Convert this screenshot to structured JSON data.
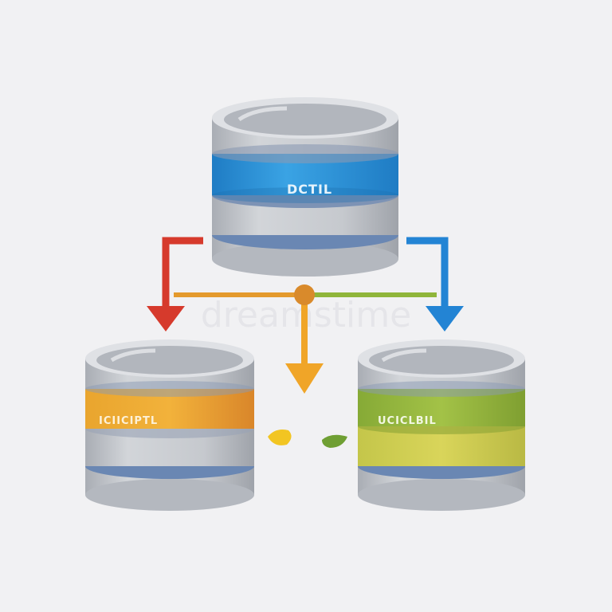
{
  "diagram": {
    "watermark": "dreamstime",
    "databases": [
      {
        "id": "top",
        "label": "DCTIL",
        "band_color": "#2b93d6"
      },
      {
        "id": "left",
        "label": "ICIICIPTL",
        "band_color": "#e59a2a"
      },
      {
        "id": "right",
        "label": "UCICLBIL",
        "band_color": "#9bb83a"
      }
    ],
    "arrows": [
      {
        "id": "red-arrow",
        "color": "#d63a2c"
      },
      {
        "id": "orange-arrow",
        "color": "#f0a528"
      },
      {
        "id": "blue-arrow",
        "color": "#2384d4"
      }
    ],
    "colors": {
      "cylinder_body": "#c3c6cb",
      "cylinder_top": "#b2b6bd",
      "cylinder_rim": "#dfe1e5",
      "ring": "#6a87b3",
      "hub": "#d98a2b",
      "green_line": "#8fb53a"
    }
  }
}
